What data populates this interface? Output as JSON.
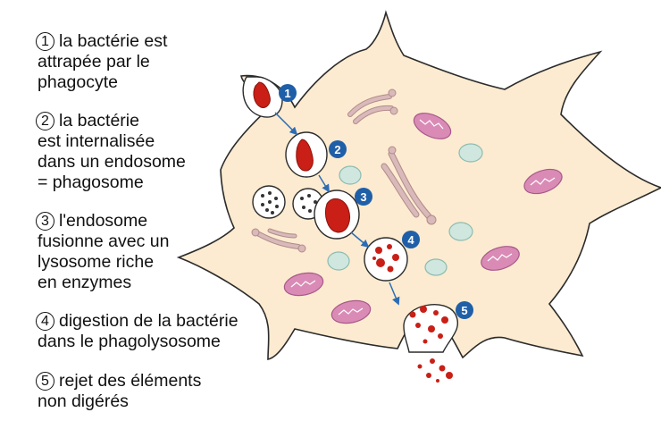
{
  "colors": {
    "cytoplasm": "#fcebd0",
    "outline": "#2b2b2b",
    "vesicle": "#ffffff",
    "bacterium": "#c91f16",
    "step_badge": "#1f5fa8",
    "arrow": "#2d6cb5",
    "mitochondrion": "#d98bb6",
    "lysosome": "#cfe7df",
    "golgi": "#d9b9b9"
  },
  "legend": [
    {
      "number": "1",
      "lines": [
        "la bactérie est",
        "attrapée par le",
        "phagocyte"
      ]
    },
    {
      "number": "2",
      "lines": [
        "la bactérie",
        "est internalisée",
        "dans un endosome",
        "= phagosome"
      ]
    },
    {
      "number": "3",
      "lines": [
        "l'endosome",
        "fusionne avec un",
        "lysosome riche",
        "en enzymes"
      ]
    },
    {
      "number": "4",
      "lines": [
        "digestion de la bactérie",
        "dans le phagolysosome"
      ]
    },
    {
      "number": "5",
      "lines": [
        "rejet des éléments",
        "non digérés"
      ]
    }
  ],
  "steps": [
    "1",
    "2",
    "3",
    "4",
    "5"
  ]
}
